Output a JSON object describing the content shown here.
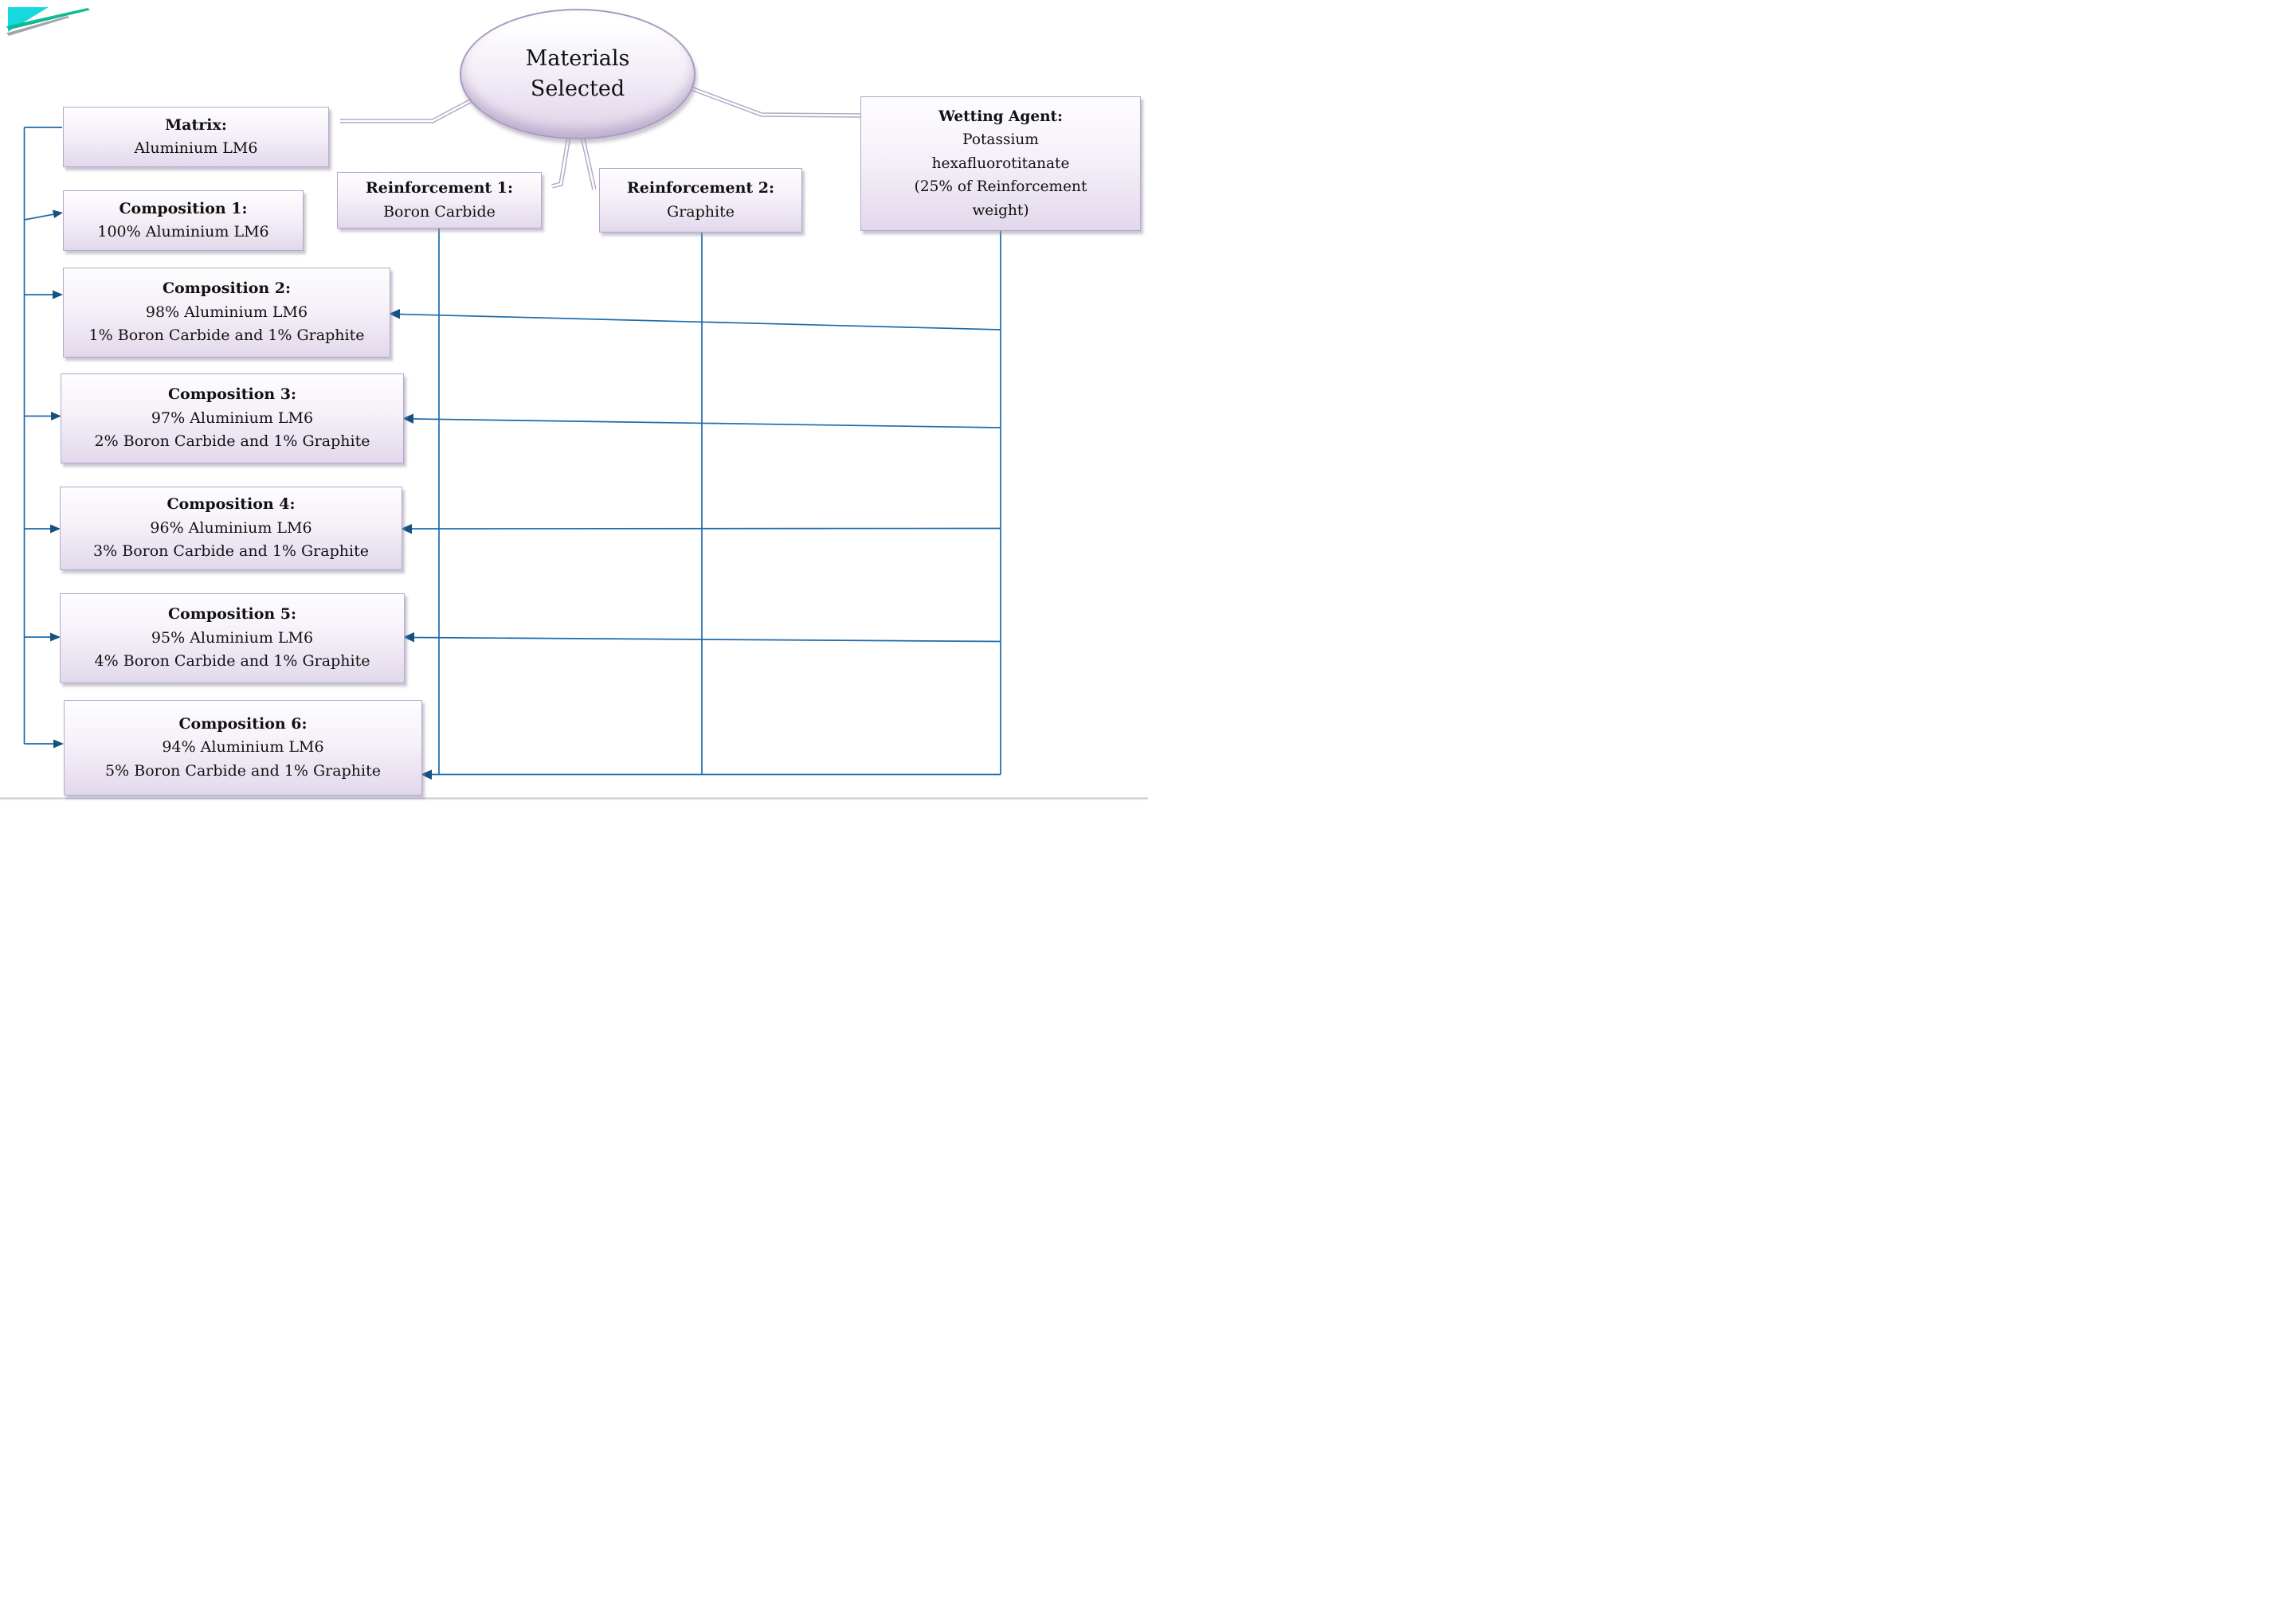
{
  "diagram": {
    "root": {
      "line1": "Materials",
      "line2": "Selected"
    },
    "nodes": {
      "matrix": {
        "title": "Matrix:",
        "lines": [
          "Aluminium LM6"
        ]
      },
      "composition1": {
        "title": "Composition 1:",
        "lines": [
          "100% Aluminium LM6"
        ]
      },
      "composition2": {
        "title": "Composition 2:",
        "lines": [
          "98% Aluminium LM6",
          "1% Boron Carbide and 1% Graphite"
        ]
      },
      "composition3": {
        "title": "Composition 3:",
        "lines": [
          "97% Aluminium LM6",
          "2% Boron Carbide and 1% Graphite"
        ]
      },
      "composition4": {
        "title": "Composition 4:",
        "lines": [
          "96% Aluminium LM6",
          "3% Boron Carbide and 1% Graphite"
        ]
      },
      "composition5": {
        "title": "Composition 5:",
        "lines": [
          "95% Aluminium LM6",
          "4% Boron Carbide and 1% Graphite"
        ]
      },
      "composition6": {
        "title": "Composition 6:",
        "lines": [
          "94% Aluminium LM6",
          "5% Boron Carbide and 1% Graphite"
        ]
      },
      "reinforcement1": {
        "title": "Reinforcement 1:",
        "lines": [
          "Boron Carbide"
        ]
      },
      "reinforcement2": {
        "title": "Reinforcement 2:",
        "lines": [
          "Graphite"
        ]
      },
      "wetting": {
        "title": "Wetting Agent:",
        "lines": [
          "Potassium",
          "hexafluorotitanate",
          "(25% of Reinforcement",
          "weight)"
        ]
      }
    },
    "colors": {
      "connector_blue": "#1D6AAB",
      "arrow_blue": "#16517F",
      "double_line": "#B4A8C8",
      "box_border": "#B6A8CB",
      "logo_teal": "#15D9DE",
      "logo_green": "#10B894",
      "logo_gray": "#A0A6AC",
      "footer_dark": "#C6CAD0",
      "footer_light": "#ECEDEF"
    }
  }
}
